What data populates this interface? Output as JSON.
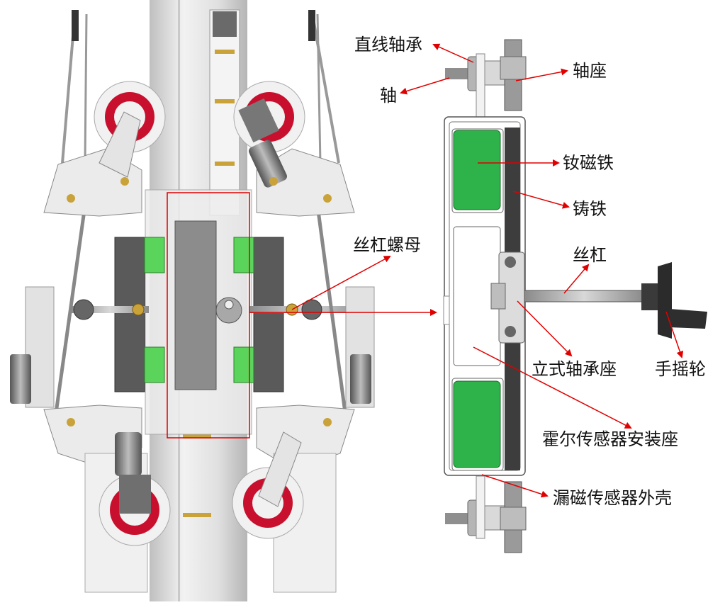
{
  "labels": {
    "linear_bearing": "直线轴承",
    "shaft": "轴",
    "shaft_seat": "轴座",
    "ndfeb_magnet": "钕磁铁",
    "cast_iron": "铸铁",
    "lead_screw_nut": "丝杠螺母",
    "lead_screw": "丝杠",
    "pillow_block": "立式轴承座",
    "handwheel": "手摇轮",
    "hall_sensor_mount": "霍尔传感器安装座",
    "mfl_sensor_housing": "漏磁传感器外壳"
  },
  "colors": {
    "arrow": "#e00000",
    "magnet": "#2db34a",
    "wheel_red": "#c8102e",
    "iron": "#3d3d3d",
    "frame": "#e9e9e9",
    "pipe": "#d6d6d6"
  }
}
